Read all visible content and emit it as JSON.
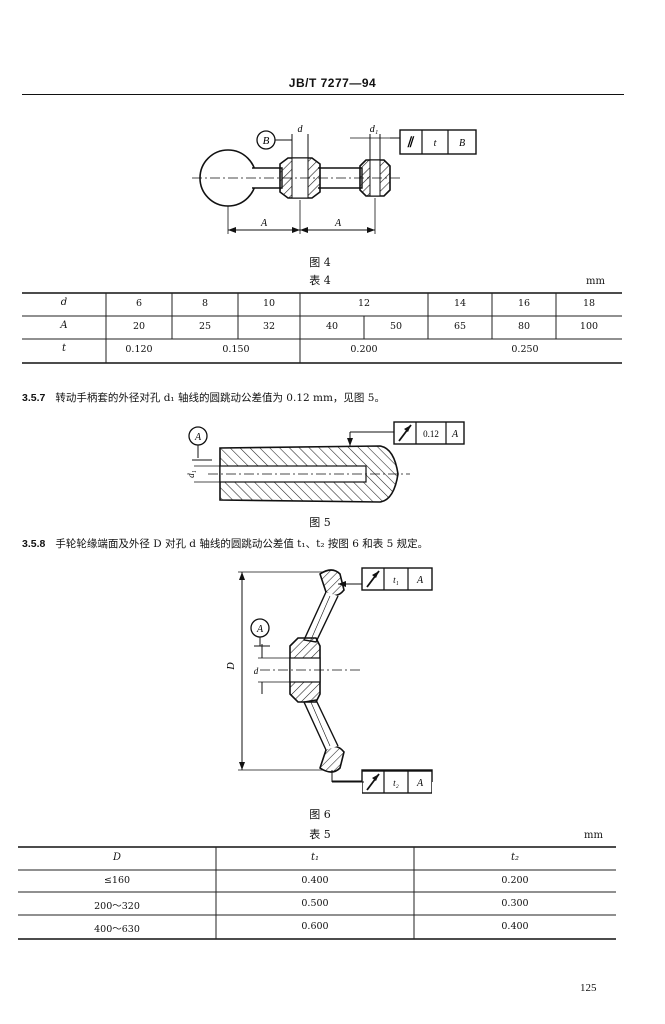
{
  "header": {
    "title": "JB/T 7277—94"
  },
  "figure4": {
    "caption": "图 4",
    "labels": {
      "datum": "B",
      "d": "d",
      "d1": "d₁",
      "A1": "A",
      "A2": "A",
      "sym": "⫽",
      "tol": "t",
      "ref": "B"
    }
  },
  "table4": {
    "caption": "表 4",
    "unit": "mm",
    "row_d": {
      "label": "d",
      "values": [
        "6",
        "8",
        "10",
        "12",
        "14",
        "16",
        "18"
      ]
    },
    "row_A": {
      "label": "A",
      "values": [
        "20",
        "25",
        "32",
        "40",
        "50",
        "65",
        "80",
        "100"
      ]
    },
    "row_t": {
      "label": "t",
      "values": [
        "0.120",
        "0.150",
        "0.200",
        "0.250"
      ]
    }
  },
  "para357": {
    "number": "3.5.7",
    "text": "转动手柄套的外径对孔 d₁ 轴线的圆跳动公差值为 0.12 mm，见图 5。"
  },
  "figure5": {
    "caption": "图 5",
    "labels": {
      "datum": "A",
      "d1": "d₁",
      "tol": "0.12",
      "ref": "A"
    }
  },
  "para358": {
    "number": "3.5.8",
    "text": "手轮轮缘端面及外径 D 对孔 d 轴线的圆跳动公差值 t₁、t₂ 按图 6 和表 5 规定。"
  },
  "figure6": {
    "caption": "图 6",
    "labels": {
      "datum": "A",
      "D": "D",
      "d": "d",
      "t1": "t₁",
      "t2": "t₂",
      "ref1": "A",
      "ref2": "A"
    }
  },
  "table5": {
    "caption": "表 5",
    "unit": "mm",
    "headers": [
      "D",
      "t₁",
      "t₂"
    ],
    "rows": [
      [
        "≤160",
        "0.400",
        "0.200"
      ],
      [
        "200～320",
        "0.500",
        "0.300"
      ],
      [
        "400～630",
        "0.600",
        "0.400"
      ]
    ]
  },
  "page_number": "125"
}
